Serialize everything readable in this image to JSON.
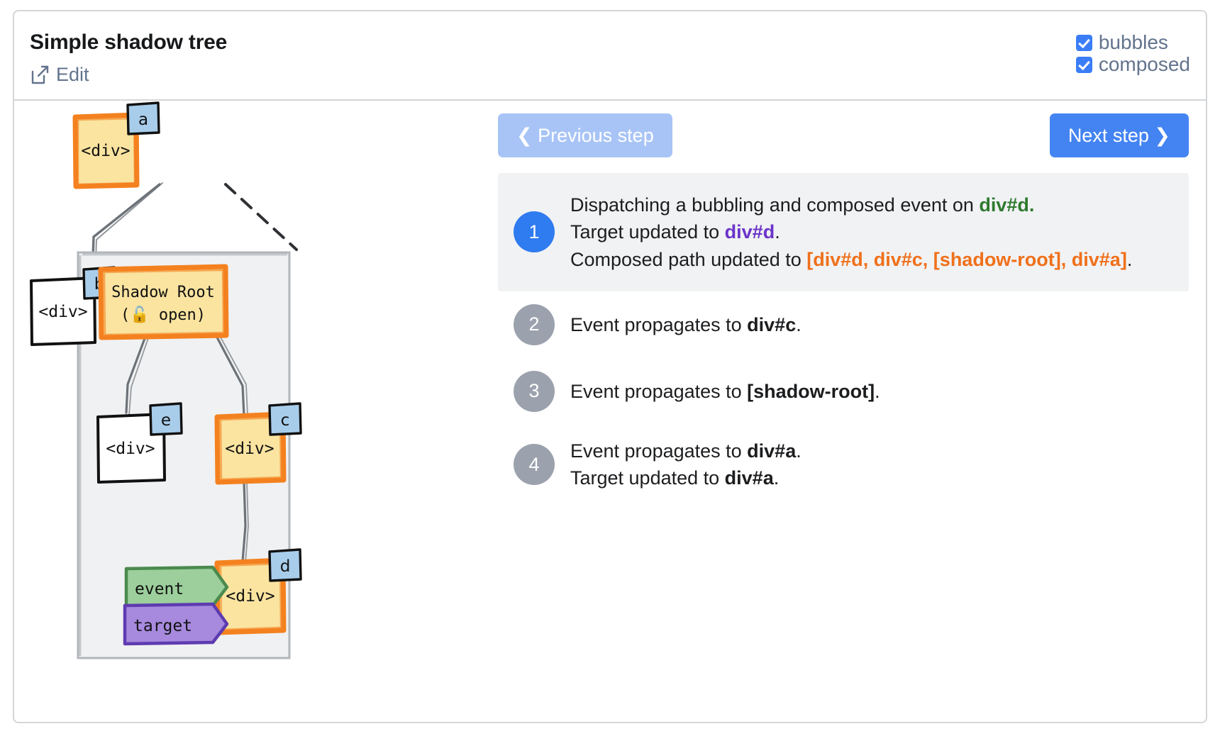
{
  "header": {
    "title": "Simple shadow tree",
    "edit_label": "Edit",
    "edit_icon": "external-link-icon",
    "checkboxes": [
      {
        "label": "bubbles",
        "checked": true
      },
      {
        "label": "composed",
        "checked": true
      }
    ]
  },
  "controls": {
    "previous_label": "❮ Previous step",
    "next_label": "Next step ❯",
    "previous_enabled": false,
    "next_enabled": true
  },
  "steps": [
    {
      "number": "1",
      "active": true,
      "lines": [
        [
          {
            "t": "Dispatching a bubbling and composed event on ",
            "s": "n"
          },
          {
            "t": "div#d.",
            "s": "g"
          }
        ],
        [
          {
            "t": "Target updated to ",
            "s": "n"
          },
          {
            "t": "div#d",
            "s": "p"
          },
          {
            "t": ".",
            "s": "n"
          }
        ],
        [
          {
            "t": "Composed path updated to ",
            "s": "n"
          },
          {
            "t": "[div#d, div#c, [shadow-root], div#a]",
            "s": "o"
          },
          {
            "t": ".",
            "s": "n"
          }
        ]
      ]
    },
    {
      "number": "2",
      "active": false,
      "lines": [
        [
          {
            "t": "Event propagates to ",
            "s": "n"
          },
          {
            "t": "div#c",
            "s": "b"
          },
          {
            "t": ".",
            "s": "n"
          }
        ]
      ]
    },
    {
      "number": "3",
      "active": false,
      "lines": [
        [
          {
            "t": "Event propagates to ",
            "s": "n"
          },
          {
            "t": "[shadow-root]",
            "s": "b"
          },
          {
            "t": ".",
            "s": "n"
          }
        ]
      ]
    },
    {
      "number": "4",
      "active": false,
      "lines": [
        [
          {
            "t": "Event propagates to ",
            "s": "n"
          },
          {
            "t": "div#a",
            "s": "b"
          },
          {
            "t": ".",
            "s": "n"
          }
        ],
        [
          {
            "t": "Target updated to ",
            "s": "n"
          },
          {
            "t": "div#a",
            "s": "b"
          },
          {
            "t": ".",
            "s": "n"
          }
        ]
      ]
    }
  ],
  "diagram": {
    "nodes": [
      {
        "id": "a",
        "label": "<div>",
        "badge": "a",
        "in_path": true
      },
      {
        "id": "b",
        "label": "<div>",
        "badge": "b",
        "in_path": false
      },
      {
        "id": "shadow-root",
        "label_line1": "Shadow Root",
        "label_line2": "(🔓 open)",
        "in_path": true
      },
      {
        "id": "e",
        "label": "<div>",
        "badge": "e",
        "in_path": false
      },
      {
        "id": "c",
        "label": "<div>",
        "badge": "c",
        "in_path": true
      },
      {
        "id": "d",
        "label": "<div>",
        "badge": "d",
        "in_path": true
      }
    ],
    "tags": [
      {
        "id": "event",
        "label": "event",
        "color": "#9ccf9c"
      },
      {
        "id": "target",
        "label": "target",
        "color": "#a78ade"
      }
    ],
    "colors": {
      "in_path_fill": "#fae4a0",
      "in_path_stroke": "#f4811f",
      "plain_fill": "#ffffff",
      "plain_stroke": "#111111",
      "badge_fill": "#a8cdeb",
      "shadow_box_fill": "#f0f1f2",
      "shadow_box_stroke": "#9ba0a6",
      "edge": "#6c7278"
    }
  }
}
